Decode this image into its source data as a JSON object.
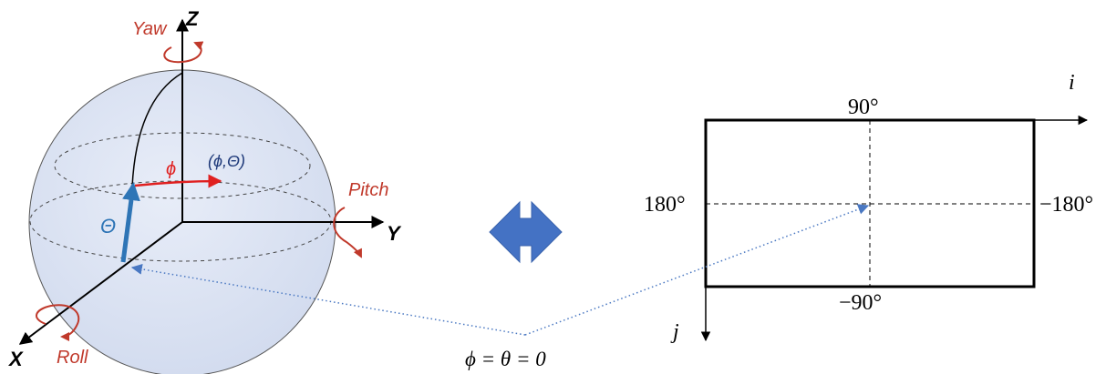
{
  "sphere": {
    "axes": {
      "z": "Z",
      "y": "Y",
      "x": "X"
    },
    "rotations": {
      "yaw": "Yaw",
      "pitch": "Pitch",
      "roll": "Roll"
    },
    "angles": {
      "phi": "ϕ",
      "theta": "Θ",
      "point": "(ϕ,Θ)"
    }
  },
  "equirect": {
    "axes": {
      "i": "i",
      "j": "j"
    },
    "labels": {
      "top": "90°",
      "bottom": "−90°",
      "left": "180°",
      "right": "−180°"
    }
  },
  "caption": "ϕ = θ = 0",
  "colors": {
    "axis": "#000000",
    "rotation": "#c0392b",
    "theta_arrow": "#2e75b6",
    "phi_arrow": "#e02020",
    "point_label": "#1f3a7a",
    "sphere_fill": "#dce3f3",
    "double_arrow": "#4472c4",
    "pointer": "#4a78c2"
  },
  "icons": {
    "double_arrow": "double-arrow-icon"
  }
}
